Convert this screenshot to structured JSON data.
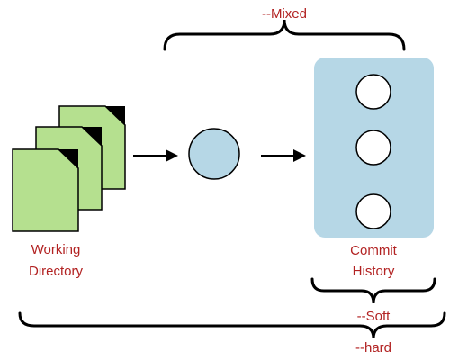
{
  "colors": {
    "label": "#b22222",
    "document_fill": "#b5e08f",
    "staging_fill": "#b6d7e6",
    "history_panel_fill": "#b6d7e6",
    "commit_fill": "#ffffff",
    "stroke": "#000000"
  },
  "labels": {
    "mixed": "--Mixed",
    "working_line1": "Working",
    "working_line2": "Directory",
    "commit_line1": "Commit",
    "commit_line2": "History",
    "soft": "--Soft",
    "hard": "--hard"
  },
  "icons": {
    "documents": "document-stack-icon",
    "arrow": "right-arrow-icon",
    "staging": "circle-icon",
    "commit": "circle-icon"
  }
}
